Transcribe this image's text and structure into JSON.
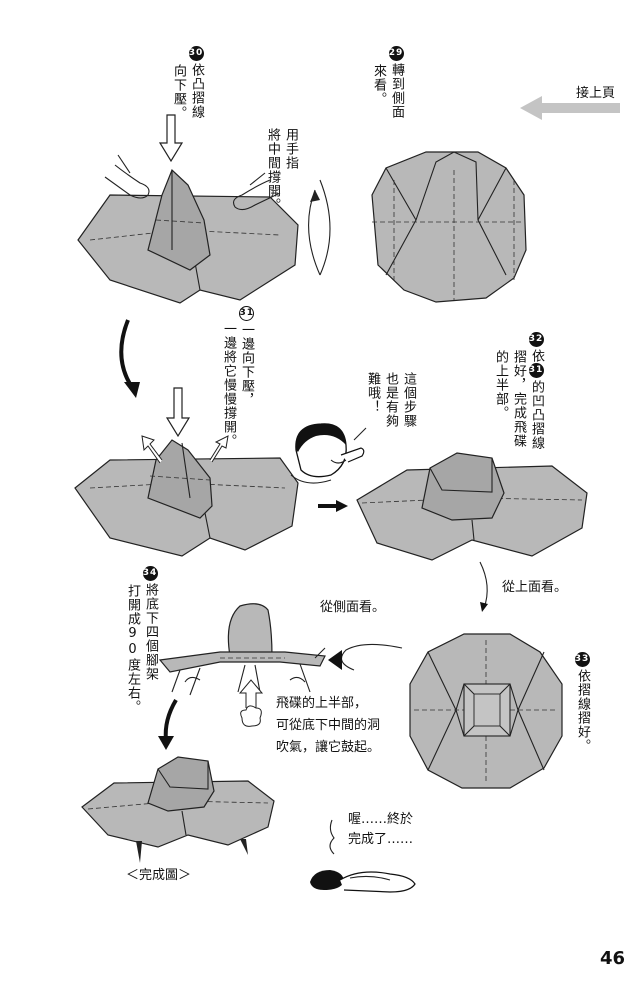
{
  "page": {
    "number": "46",
    "continue_label": "接上頁"
  },
  "steps": [
    {
      "num": "29",
      "lines": [
        "轉到側面",
        "來看。"
      ]
    },
    {
      "num": "30",
      "lines": [
        "依凸摺線",
        "向下壓。"
      ]
    },
    {
      "num": "31",
      "lines": [
        "一邊向下壓，",
        "一邊將它慢慢撐開。"
      ]
    },
    {
      "num": "32",
      "ref": "31",
      "lines": [
        "依",
        "的凹凸摺線",
        "摺好，完成飛碟",
        "的上半部。"
      ]
    },
    {
      "num": "33",
      "lines": [
        "依摺線摺好",
        "。"
      ]
    },
    {
      "num": "34",
      "lines": [
        "將底下四個腳架",
        "打開成90度左右。"
      ]
    }
  ],
  "notes": {
    "finger_hint": [
      "用手指",
      "將中間撐開。"
    ],
    "character_bubble": [
      "這個步驟",
      "也是有夠",
      "難哦！"
    ],
    "view_top": "從上面看。",
    "view_side": "從側面看。",
    "blow_hint": [
      "飛碟的上半部，",
      "可從底下中間的洞",
      "吹氣，讓它鼓起。"
    ],
    "relief": [
      "喔……終於",
      "完成了……"
    ],
    "finished_label": "＜完成圖＞"
  },
  "colors": {
    "paper": "#b8b8b8",
    "ink": "#111111",
    "background": "#ffffff"
  }
}
